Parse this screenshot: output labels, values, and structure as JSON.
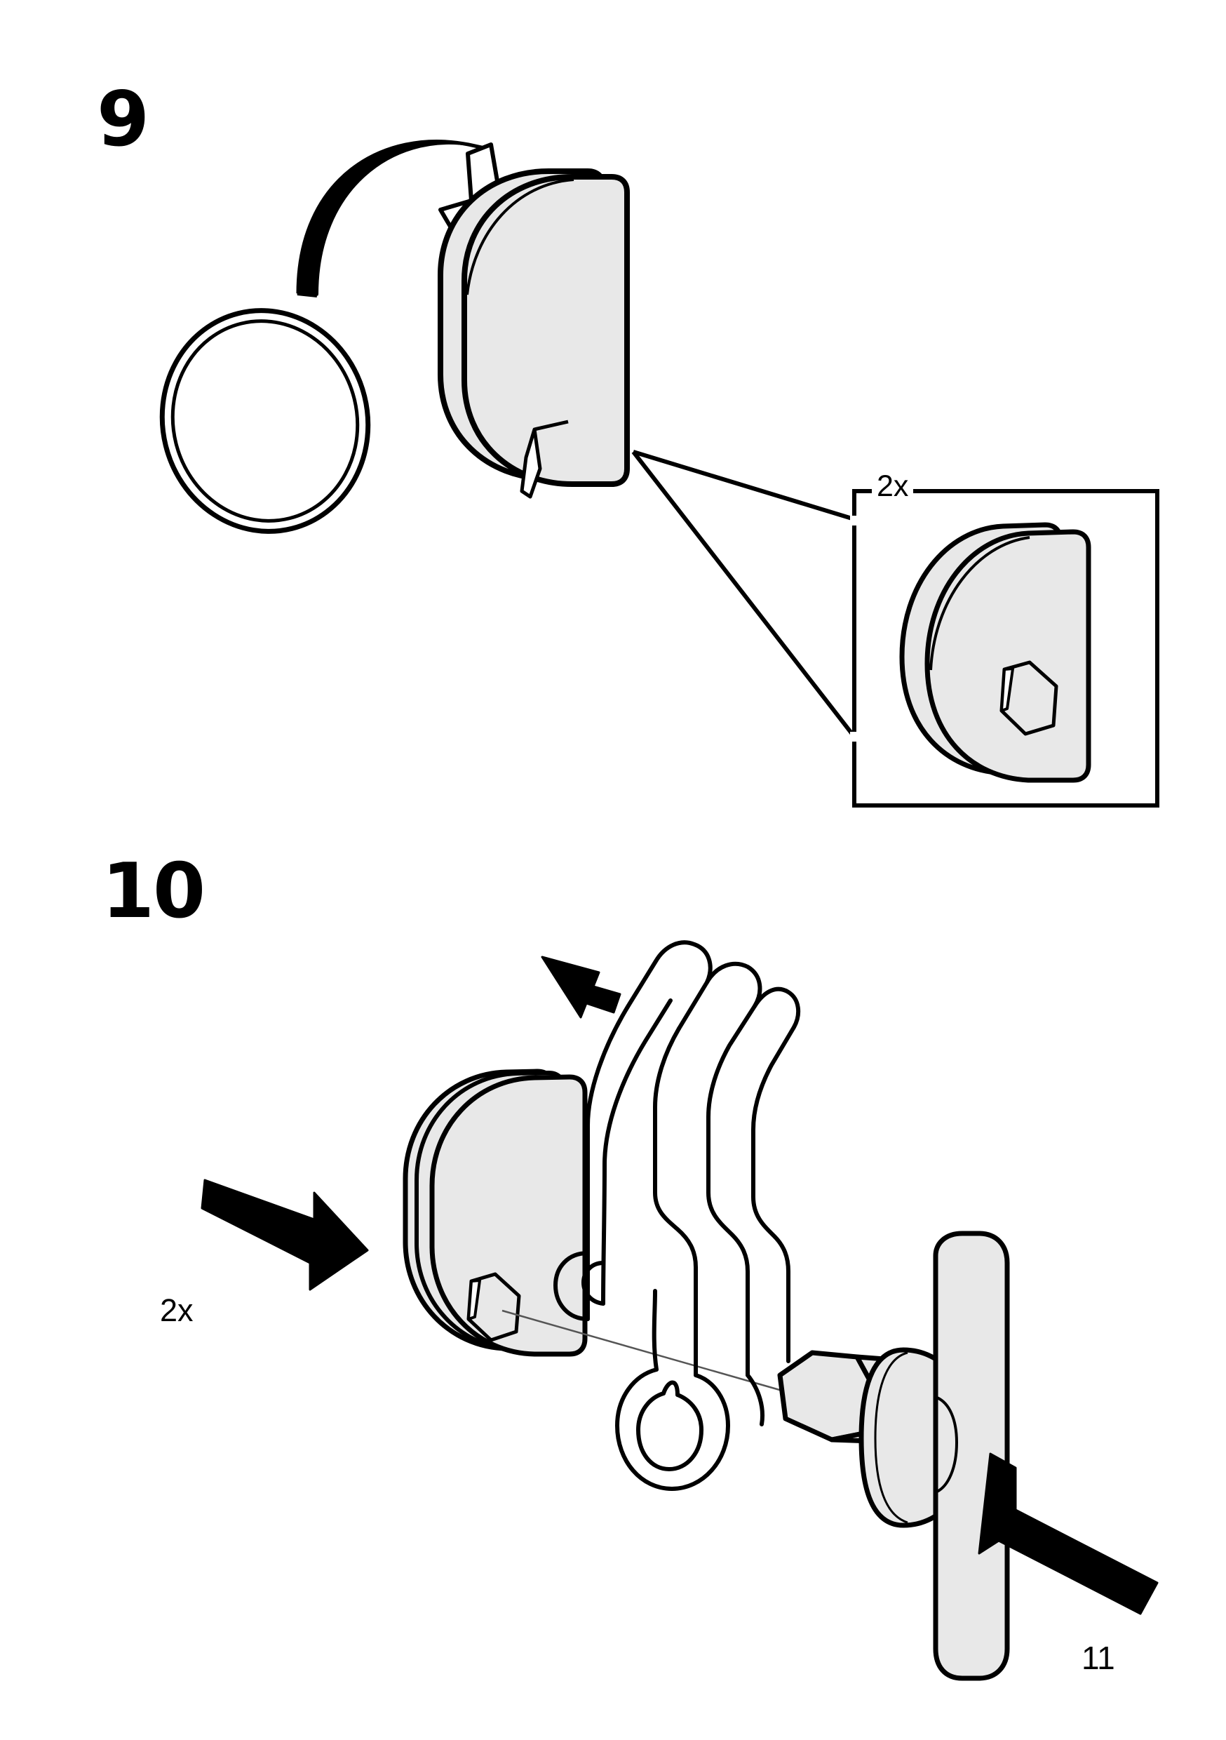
{
  "document": {
    "kind": "assembly-instruction-sheet",
    "page_number": "11",
    "background_color": "#ffffff",
    "ink_color": "#000000",
    "part_fill_color": "#e8e8e8"
  },
  "steps": [
    {
      "id": "step-9",
      "number": "9",
      "quantity_label": "2x",
      "parts": [
        {
          "name": "gasket-ring",
          "icon": "ring-icon",
          "description": "round sealing ring, tilted view"
        },
        {
          "name": "cam-disc",
          "icon": "cam-disc-icon",
          "description": "D-shaped cam disc with slot"
        },
        {
          "name": "cam-disc-detail",
          "icon": "cam-disc-hex-icon",
          "description": "cam disc showing hexagonal socket"
        }
      ],
      "annotations": [
        {
          "name": "rotate-arrow",
          "icon": "curved-arrow-icon",
          "style": "outlined-curved",
          "direction": "down-right"
        },
        {
          "name": "detail-callout-box",
          "icon": "callout-box-icon",
          "style": "rectangle-with-leader-lines"
        }
      ]
    },
    {
      "id": "step-10",
      "number": "10",
      "quantity_label": "2x",
      "parts": [
        {
          "name": "cam-disc",
          "icon": "cam-disc-hex-icon",
          "description": "D-shaped cam disc with hexagonal socket"
        },
        {
          "name": "wire-hook-bracket",
          "icon": "wire-hook-icon",
          "description": "bent wire hook with bottom loop"
        },
        {
          "name": "hex-knob",
          "icon": "hex-knob-icon",
          "description": "T-shaped hand knob with hexagonal shaft"
        }
      ],
      "annotations": [
        {
          "name": "push-arrow-right",
          "icon": "arrow-right-icon",
          "style": "solid-black",
          "direction": "right-down"
        },
        {
          "name": "push-arrow-up-left",
          "icon": "arrow-up-left-icon",
          "style": "solid-black",
          "direction": "up-left"
        },
        {
          "name": "push-arrow-left",
          "icon": "arrow-left-icon",
          "style": "solid-black",
          "direction": "up-left"
        },
        {
          "name": "alignment-line",
          "icon": "alignment-line-icon",
          "style": "thin-guide-line"
        }
      ]
    }
  ]
}
